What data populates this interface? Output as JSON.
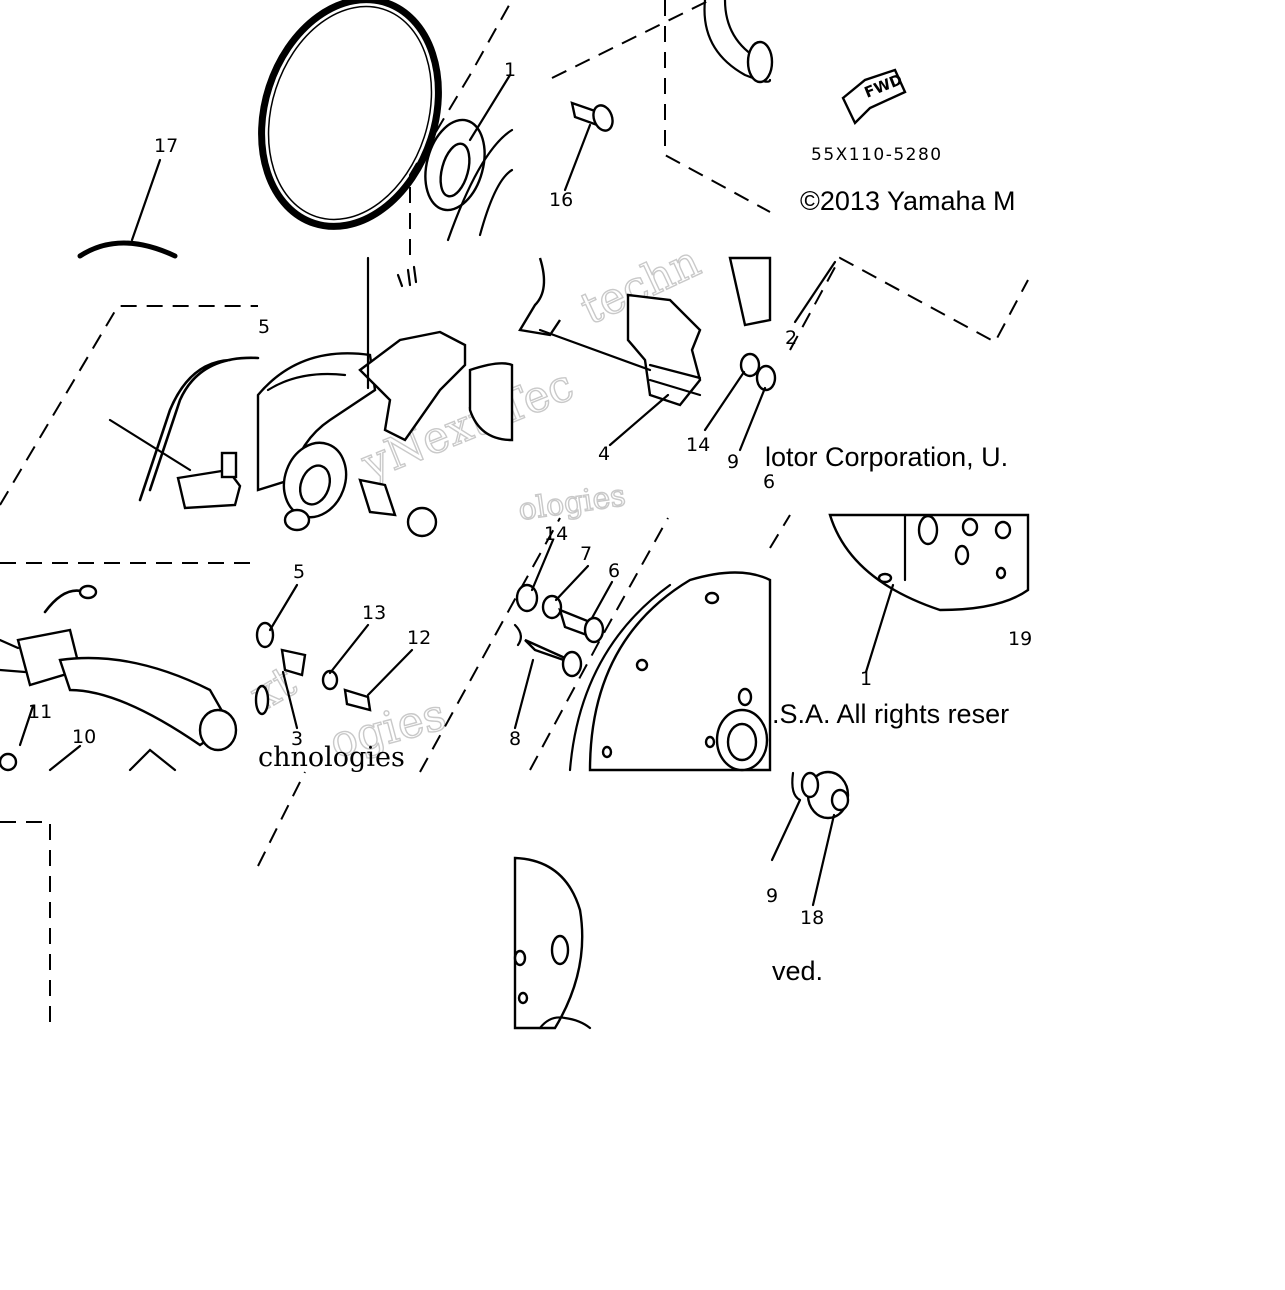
{
  "diagram": {
    "part_code": "55X110-5280",
    "fwd_label": "FWD",
    "copyright_fragments": [
      "©2013 Yamaha M",
      "lotor Corporation, U.",
      ".S.A. All rights reser",
      "ved."
    ],
    "watermark_fragments": [
      "techn",
      "yNext Tec",
      "ologies",
      "xt",
      "ogies",
      "chnologies"
    ],
    "callouts": {
      "c17": "17",
      "c16": "16",
      "c1a": "1",
      "c5a": "5",
      "c2": "2",
      "c4": "4",
      "c14a": "14",
      "c9a": "9",
      "c6a": "6",
      "c5b": "5",
      "c13": "13",
      "c12": "12",
      "c3": "3",
      "c11": "11",
      "c10": "10",
      "c14b": "14",
      "c7": "7",
      "c6b": "6",
      "c8": "8",
      "c19": "19",
      "c1b": "1",
      "c9b": "9",
      "c18": "18"
    }
  }
}
